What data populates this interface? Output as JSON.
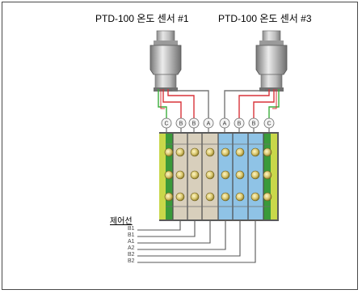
{
  "sensor_left": {
    "label": "PTD-100 온도 센서 #1"
  },
  "sensor_right": {
    "label": "PTD-100 온도 센서 #3"
  },
  "terminal_letters": [
    "C",
    "B",
    "B",
    "A",
    "A",
    "B",
    "B",
    "C"
  ],
  "control_label": "제어선",
  "wire_labels": [
    "B1",
    "B1",
    "A1",
    "A2",
    "B2",
    "B2"
  ],
  "colors": {
    "yellow_green": "#c9d84a",
    "green": "#3a9a3a",
    "beige": "#d8cfbc",
    "blue": "#8fc3e6",
    "wire_red": "#d9333a",
    "wire_green": "#3cae3c",
    "wire_gray": "#777777",
    "cable_gray": "#b5b5b5"
  }
}
